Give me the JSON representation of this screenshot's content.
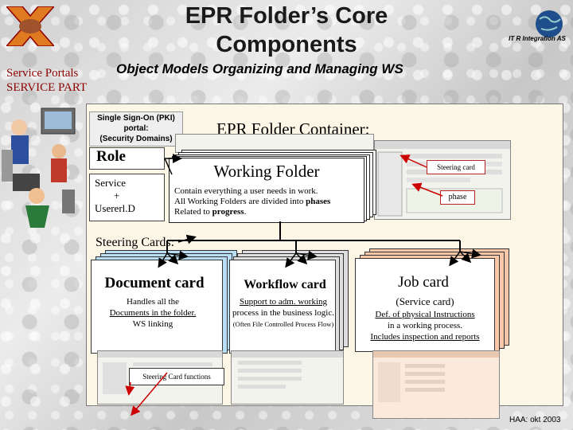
{
  "header": {
    "title": "EPR Folder’s Core Components",
    "subtitle": "Object Models Organizing and Managing WS",
    "logo_right_caption": "IT R Integration AS"
  },
  "left_labels": {
    "service_portals": "Service Portals",
    "service_part": "SERVICE PART"
  },
  "sso": {
    "line1": "Single Sign-On (PKI)",
    "line2": "portal:",
    "line3": "(Security Domains)"
  },
  "container": {
    "title": "EPR Folder Container:"
  },
  "role": {
    "label": "Role",
    "service": "Service",
    "plus": "+",
    "user_id": "Usererl.D"
  },
  "working_folder": {
    "title": "Working Folder",
    "desc1": "Contain everything a user needs in work.",
    "desc2_pre": "All Working Folders are divided into ",
    "desc2_bold": "phases",
    "desc3_pre": "Related to ",
    "desc3_bold": "progress",
    "desc3_post": "."
  },
  "callouts": {
    "steering_card": "Steering card",
    "phase": "phase",
    "steering_card_functions": "Steering Card functions"
  },
  "steering": {
    "label": "Steering Cards:",
    "cards": [
      {
        "title": "Document card",
        "line1": "Handles all the",
        "line2": "Documents in the folder.",
        "line3": "WS linking"
      },
      {
        "title": "Workflow card",
        "line1": "Support to adm. working",
        "line2": "process in the business logic.",
        "line3": "(Often File Controlled Process Flow)"
      },
      {
        "title": "Job card",
        "line1": "(Service card)",
        "line2": "Def. of physical Instructions",
        "line3": "in a working process.",
        "line4": "Includes inspection and reports"
      }
    ]
  },
  "footer": {
    "credit": "HAA: okt 2003"
  },
  "colors": {
    "doc_card": "#b9ddf3",
    "workflow_card": "#dedede",
    "job_card": "#f8c8a8",
    "container_bg": "#fbf6e6",
    "accent_red": "#8b0000"
  }
}
